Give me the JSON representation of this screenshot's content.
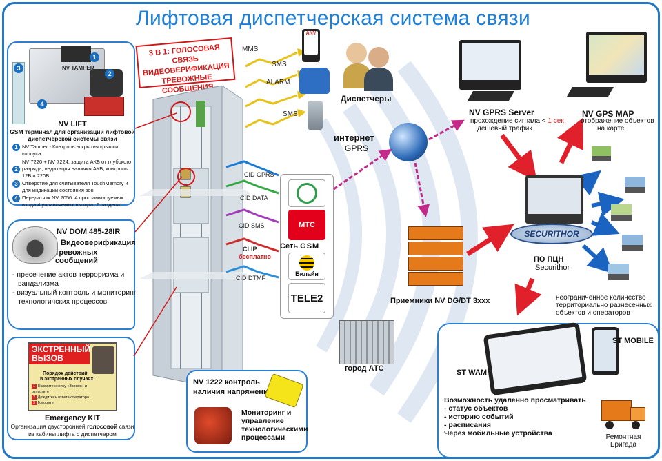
{
  "title": "Лифтовая диспетчерская система связи",
  "badge": {
    "line1": "3 В 1: ГОЛОСОВАЯ СВЯЗЬ",
    "line2": "ВИДЕОВЕРИФИКАЦИЯ",
    "line3": "ТРЕВОЖНЫЕ СООБЩЕНИЯ"
  },
  "lift_panel": {
    "tamper_label": "NV TAMPER",
    "title": "NV LIFT",
    "subtitle1": "GSM терминал для организации лифтовой",
    "subtitle2": "диспетчерской системы связи",
    "items": [
      {
        "num": "1",
        "text": "NV Tamper - Контроль вскрытия крышки корпуса."
      },
      {
        "num": "",
        "text": "NV 7220 + NV 7224: защита АКБ от глубокого"
      },
      {
        "num": "2",
        "text": "разряда, индикация наличия АКБ, контроль 12В и 220В"
      },
      {
        "num": "3",
        "text": "Отверстие для считывателя TouchMemory и для индикации состояния зон"
      },
      {
        "num": "4",
        "text": "Передатчик NV 2056. 4 программируемых входа 4 управляемых выхода. 2 раздела."
      }
    ]
  },
  "dom_panel": {
    "title": "NV DOM 485-28IR",
    "subtitle1": "Видеоверификация",
    "subtitle2": "тревожных сообщений",
    "bullets": [
      "- пресечение актов терроризма и",
      "вандализма",
      "- визуальный контроль и мониторинг",
      "технологичских процессов"
    ]
  },
  "emergency_panel": {
    "sign_line1": "ЭКСТРЕННЫЙ",
    "sign_line2": "ВЫЗОВ",
    "order_title": "Порядок действий",
    "order_title2": "в экстренных случаях:",
    "steps": [
      "Нажмите кнопку «Звонок» и отпустите",
      "Дождитесь ответа оператора",
      "Говорите"
    ],
    "title": "Emergency KIT",
    "desc1": "Организация двусторонней",
    "desc_bold": "голосовой",
    "desc2": "связи",
    "desc3": "из кабины лифта с диспетчером"
  },
  "voltage_panel": {
    "title1": "NV 1222 контроль",
    "title2": "наличия напряжения 220V",
    "text1": "Мониторинг и",
    "text2": "управление",
    "text3": "технологическими",
    "text4": "процессами"
  },
  "messages": {
    "mms": "MMS",
    "sms": "SMS",
    "alarm": "ALARM",
    "sms2": "SMS",
    "dispatchers": "Диспетчеры",
    "phone_brand": "ANV"
  },
  "channels": {
    "gprs": "CID GPRS",
    "data": "CID DATA",
    "sms": "CID SMS",
    "clip": "CLIP",
    "free": "бесплатно",
    "dtmf": "CID DTMF"
  },
  "operators": {
    "network_label": "Сеть",
    "gsm": "GSM",
    "mts": "МТС",
    "beeline": "Билайн",
    "tele2": "TELE2"
  },
  "internet": {
    "line1": "интернет",
    "line2": "GPRS"
  },
  "gprs_server": {
    "title": "NV GPRS Server",
    "line1a": "прохождение сигнала <",
    "line1b": "1 сек",
    "line2": "дешевый трафик"
  },
  "gps_map": {
    "title": "NV GPS MAP",
    "line1": "отображение объектов",
    "line2": "на карте"
  },
  "receivers": "Приемники NV DG/DT 3xxx",
  "ats": "город АТС",
  "software": {
    "logo": "SECURITHOR",
    "line1": "ПО ПЦН",
    "line2": "Securithor"
  },
  "unlimited": {
    "line1": "неограниченное количество",
    "line2": "территориально разнесенных",
    "line3": "объектов и операторов"
  },
  "mobile_panel": {
    "st_mobile": "ST MOBILE",
    "st_wam": "ST WAM",
    "heading": "Возможность удаленно просматривать",
    "items": [
      "- статус объектов",
      "- историю событий",
      "- расписания"
    ],
    "footer": "Через мобильные устройства",
    "brigade1": "Ремонтная",
    "brigade2": "Бригада"
  },
  "colors": {
    "accent": "#1e7fd6",
    "arrow_red": "#e0202a",
    "arrow_blue": "#1a63c0",
    "badge_red": "#d81a1a"
  }
}
